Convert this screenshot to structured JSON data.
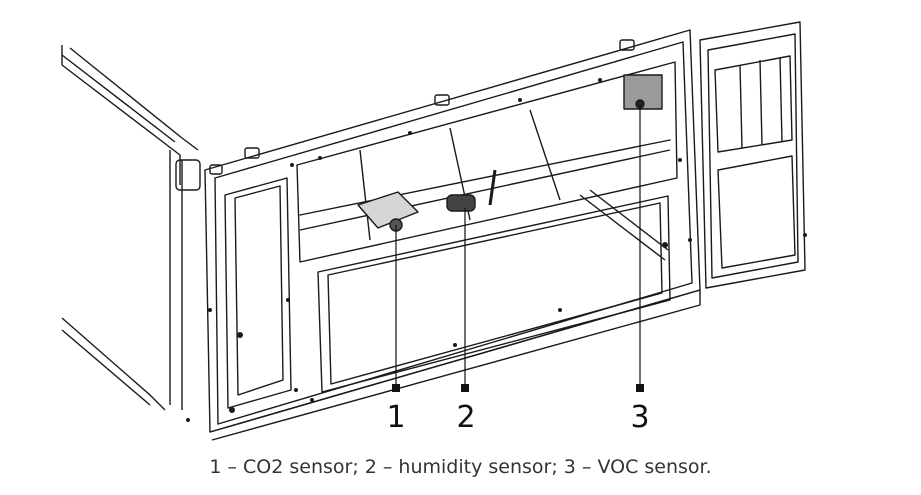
{
  "callouts": [
    {
      "number": "1",
      "target": "CO2 sensor"
    },
    {
      "number": "2",
      "target": "humidity sensor"
    },
    {
      "number": "3",
      "target": "VOC sensor"
    }
  ],
  "caption": "1 – CO2 sensor; 2 – humidity sensor; 3 – VOC sensor."
}
